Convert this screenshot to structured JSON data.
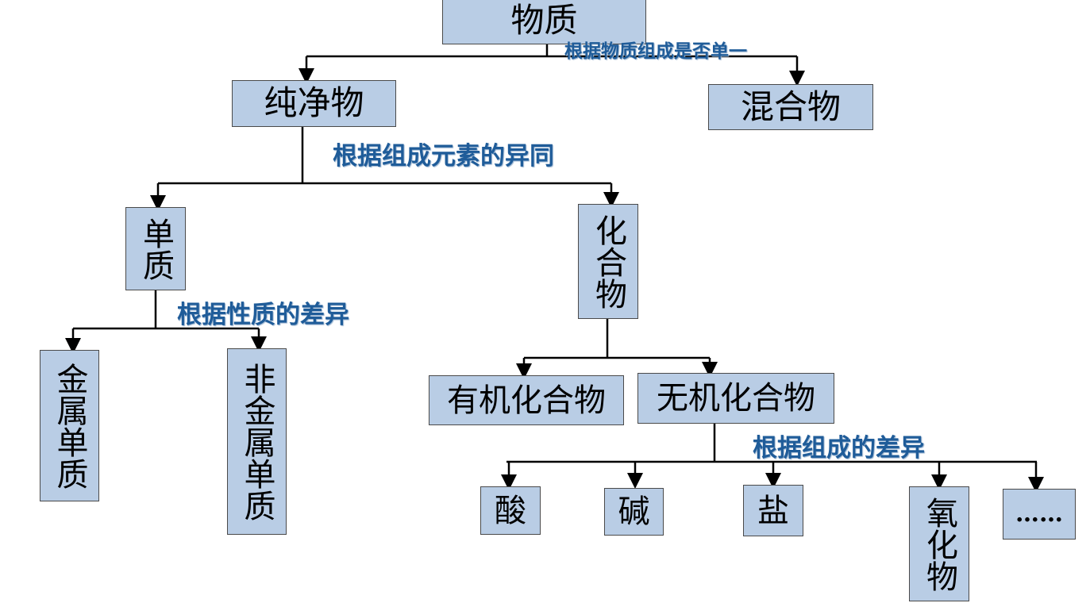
{
  "nodes": {
    "matter": "物质",
    "pure_substance": "纯净物",
    "mixture": "混合物",
    "element_substance": "单质",
    "compound": "化合物",
    "metal_element": "金属单质",
    "nonmetal_element": "非金属单质",
    "organic_compound": "有机化合物",
    "inorganic_compound": "无机化合物",
    "acid": "酸",
    "base": "碱",
    "salt": "盐",
    "oxide": "氧化物",
    "others": "……"
  },
  "labels": {
    "by_composition_single": "根据物质组成是否单一",
    "by_element_composition": "根据组成元素的异同",
    "by_property": "根据性质的差异",
    "by_composition_difference": "根据组成的差异"
  }
}
